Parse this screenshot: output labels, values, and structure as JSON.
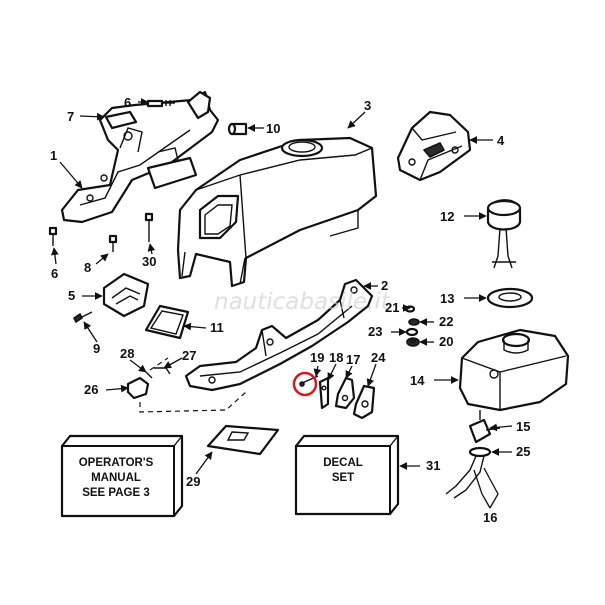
{
  "watermark": "nauticabasile.it",
  "highlight_color": "#d9161b",
  "line_color": "#111111",
  "callouts": [
    "1",
    "2",
    "3",
    "4",
    "5",
    "6",
    "6",
    "7",
    "8",
    "9",
    "10",
    "11",
    "12",
    "13",
    "14",
    "15",
    "16",
    "17",
    "18",
    "19",
    "20",
    "21",
    "22",
    "23",
    "24",
    "25",
    "26",
    "27",
    "28",
    "29",
    "30",
    "31"
  ],
  "boxes": {
    "manual": [
      "OPERATOR'S",
      "MANUAL",
      "SEE PAGE 3"
    ],
    "decal": [
      "DECAL",
      "SET"
    ]
  },
  "highlighted_part": "19"
}
